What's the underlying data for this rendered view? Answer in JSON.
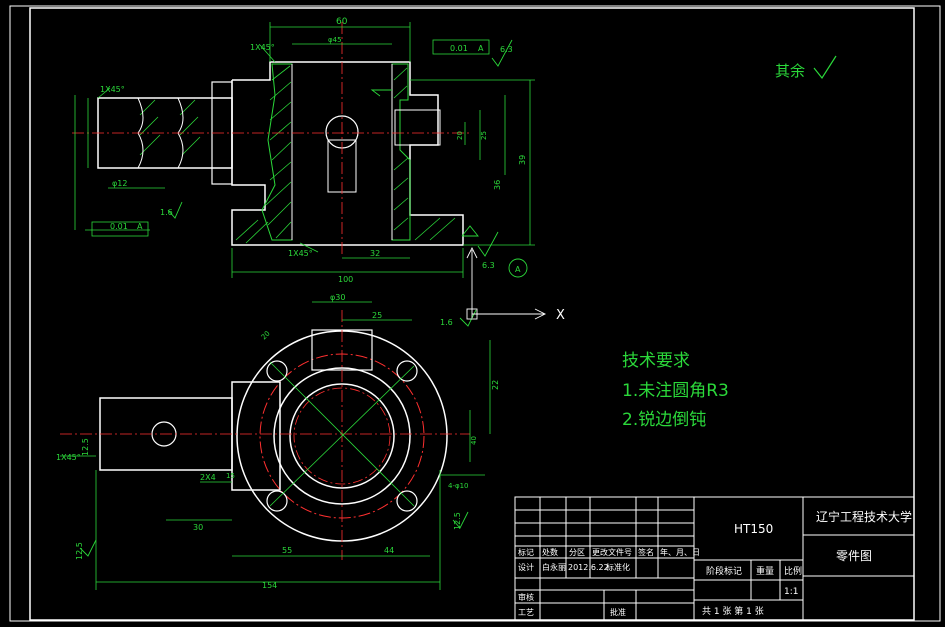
{
  "drawing": {
    "surface_mark_note": "其余",
    "tech_requirements": {
      "title": "技术要求",
      "items": [
        "1.未注圆角R3",
        "2.锐边倒钝"
      ]
    },
    "dimensions": {
      "top_width": "60",
      "bore": "φ45",
      "chamfer_top": "1X45°",
      "chamfer_left": "1X45°",
      "chamfer_bottom": "1X45°",
      "chamfer_lower": "1X45°",
      "flatness": "0.01",
      "datum": "A",
      "roughness_top": "6.3",
      "roughness_left": "1.6",
      "roughness_bottom": "6.3",
      "roughness_view": "1.6",
      "roughness_right": "12.5",
      "roughness_left2": "12.5",
      "roughness_left3": "12.5",
      "parallel": "0.01",
      "shaft_dia": "φ12",
      "depth_39": "39",
      "height_36": "36",
      "overall_100": "100",
      "dim_32": "32",
      "dim_20": "20",
      "dim_25": "25",
      "dim_25b": "25",
      "dim_30": "30",
      "dim_55": "55",
      "dim_44": "44",
      "overall_154": "154",
      "dim_2x4": "2X4",
      "dim_r30": "φ30",
      "dim_4hole": "4-φ10",
      "dim_15": "15",
      "dim_22": "22",
      "dim_40": "40",
      "dim_20b": "20"
    },
    "axis_label": "X"
  },
  "title_block": {
    "material": "HT150",
    "school": "辽宁工程技术大学",
    "drawing_name": "零件图",
    "scale_label": "比例",
    "scale_value": "1:1",
    "stage_label": "阶段标记",
    "weight_label": "重量",
    "sheets": "共 1 张   第 1 张",
    "headers": [
      "标记",
      "处数",
      "分区",
      "更改文件号",
      "签名",
      "年、月、日"
    ],
    "design_label": "设计",
    "designer": "白永丽",
    "date": "2012.6.22",
    "standardize": "标准化",
    "review_label": "审核",
    "process_label": "工艺",
    "approve_label": "批准"
  }
}
